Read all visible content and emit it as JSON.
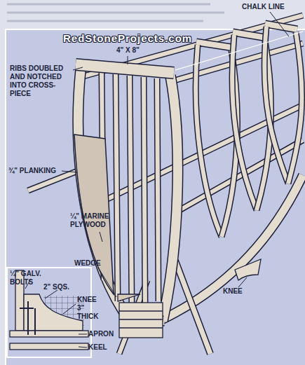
{
  "diagram": {
    "labels": [
      "CHALK LINE",
      "RedStoneProjects.com",
      "4\" X 8\"",
      "RIBS DOUBLED AND NOTCHED INTO CROSS-PIECE",
      "¾\" PLANKING",
      "¼\" MARINE PLYWOOD",
      "WEDGE",
      "¼\" GALV. BOLTS",
      "2\" SQS.",
      "KNEE 3\" THICK",
      "APRON",
      "KEEL",
      "KNEE"
    ]
  }
}
